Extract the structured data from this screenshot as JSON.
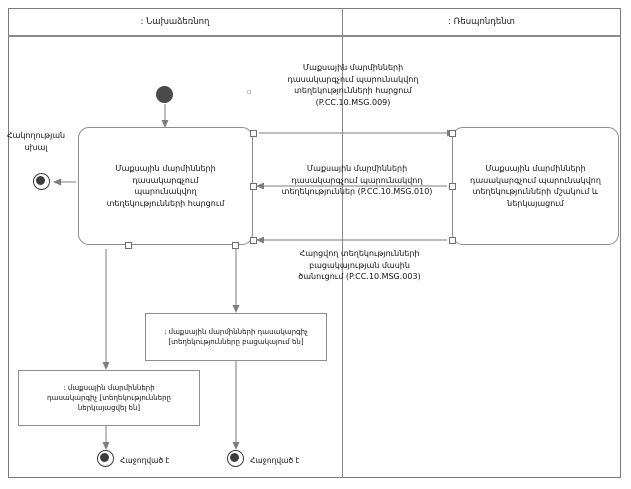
{
  "diagram": {
    "title_left_lane": ": Նախաձեռնող",
    "title_right_lane": ": Ռեսպոնդենտ",
    "lanes": [
      {
        "name": "initiator",
        "label": ": Նախաձեռնող"
      },
      {
        "name": "respondent",
        "label": ": Ռեսպոնդենտ"
      }
    ],
    "nodes": {
      "start": {
        "type": "initial-node",
        "label": ""
      },
      "activity_request": {
        "type": "activity",
        "label": "Մաքսային մարմինների\nդասակարգչում\nպարունակվող\nտեղեկությունների հարցում"
      },
      "activity_process": {
        "type": "activity",
        "label": "Մաքսային մարմինների\nդասակարգչում պարունակվող\nտեղեկությունների մշակում և\nներկայացում"
      },
      "object_missing": {
        "type": "object-node",
        "label": ": մաքսային մարմինների դասակարգիչ\n[տեղեկությունները բացակայում են]"
      },
      "object_provided": {
        "type": "object-node",
        "label": ": մաքսային մարմինների\nդասակարգիչ [տեղեկությունները\nներկայացվել են]"
      },
      "error_end": {
        "type": "final-node",
        "label": "Հակողության\nսխալ"
      },
      "end_success_left": {
        "type": "final-node",
        "label": "Հաջողված է"
      },
      "end_success_right": {
        "type": "final-node",
        "label": "Հաջողված է"
      }
    },
    "messages": [
      {
        "name": "msg-request",
        "text": "Մաքսային մարմինների\nդասակարգչում պարունակվող\nտեղեկությունների հարցում\n(P.CC.10.MSG.009)",
        "code": "P.CC.10.MSG.009",
        "direction": "initiator-to-respondent"
      },
      {
        "name": "msg-response",
        "text": "Մաքսային մարմինների\nդասակարգչում պարունակվող\nտեղեկություններ (P.CC.10.MSG.010)",
        "code": "P.CC.10.MSG.010",
        "direction": "respondent-to-initiator"
      },
      {
        "name": "msg-absent",
        "text": "Հարցվող տեղեկությունների\nբացակայության մասին\nծանուցում (P.CC.10.MSG.003)",
        "code": "P.CC.10.MSG.003",
        "direction": "respondent-to-initiator"
      }
    ],
    "colors": {
      "line": "#7d7d7d",
      "node_fill": "#ffffff",
      "node_border": "#8e8e8e",
      "solid_node": "#4a4a4a",
      "text": "#111111"
    }
  }
}
